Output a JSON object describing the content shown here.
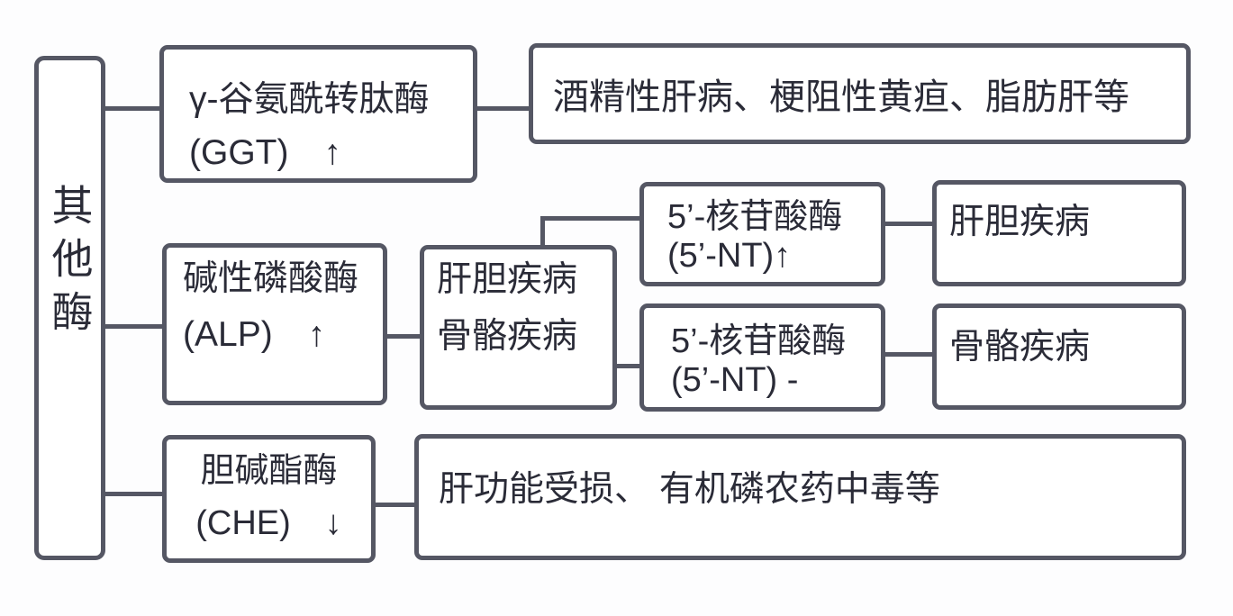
{
  "colors": {
    "border": "#555764",
    "text": "#2a2b37",
    "background": "#fdfdfe"
  },
  "diagram": {
    "title_hint": "other-enzymes-liver-flowchart",
    "nodes": {
      "other_enzymes": {
        "label": "其他酶"
      },
      "ggt": {
        "line1": "γ-谷氨酰转肽酶",
        "line2": "(GGT)　↑"
      },
      "ggt_result": {
        "label": "酒精性肝病、梗阻性黄疸、脂肪肝等"
      },
      "alp": {
        "line1": "碱性磷酸酶",
        "line2": "(ALP)　↑"
      },
      "alp_result": {
        "line1": "肝胆疾病",
        "line2": "骨骼疾病"
      },
      "nt_elevated": {
        "line1": "5’-核苷酸酶",
        "line2": "(5’-NT)↑"
      },
      "nt_elevated_result": {
        "label": "肝胆疾病"
      },
      "nt_normal": {
        "line1": "5’-核苷酸酶",
        "line2": "(5’-NT) -"
      },
      "nt_normal_result": {
        "label": "骨骼疾病"
      },
      "che": {
        "line1": "胆碱酯酶",
        "line2": "(CHE)　↓"
      },
      "che_result": {
        "label": "肝功能受损、 有机磷农药中毒等"
      }
    }
  }
}
